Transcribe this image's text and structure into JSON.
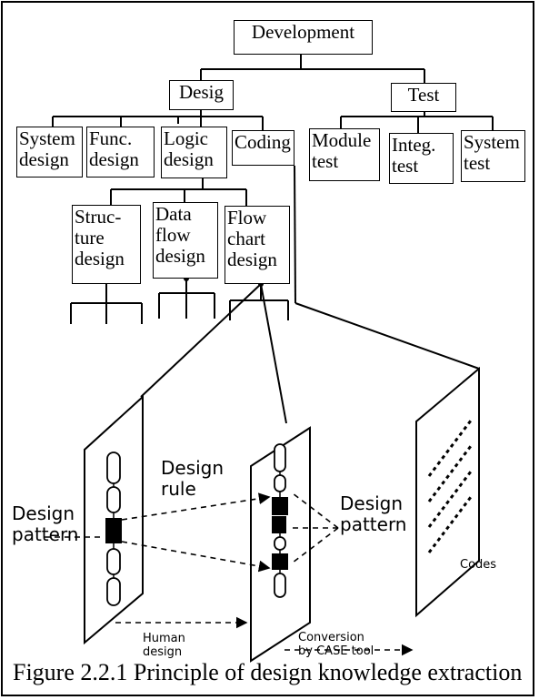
{
  "tree": {
    "root": "Development",
    "level1": [
      "Desig",
      "Test"
    ],
    "design_children": [
      "System\ndesign",
      "Func.\ndesign",
      "Logic\ndesign",
      "Coding"
    ],
    "test_children": [
      "Module\ntest",
      "Integ.\ntest",
      "System\ntest"
    ],
    "logic_children": [
      "Struc-\nture\ndesign",
      "Data\nflow\ndesign",
      "Flow\nchart\ndesign"
    ]
  },
  "panels": {
    "design_rule": "Design\nrule",
    "design_pattern_left": "Design\npattern",
    "design_pattern_right": "Design\npattern",
    "codes": "Codes",
    "human_design": "Human\ndesign",
    "conversion": "Conversion\nby CASE tool"
  },
  "caption": "Figure 2.2.1 Principle of design knowledge extraction"
}
